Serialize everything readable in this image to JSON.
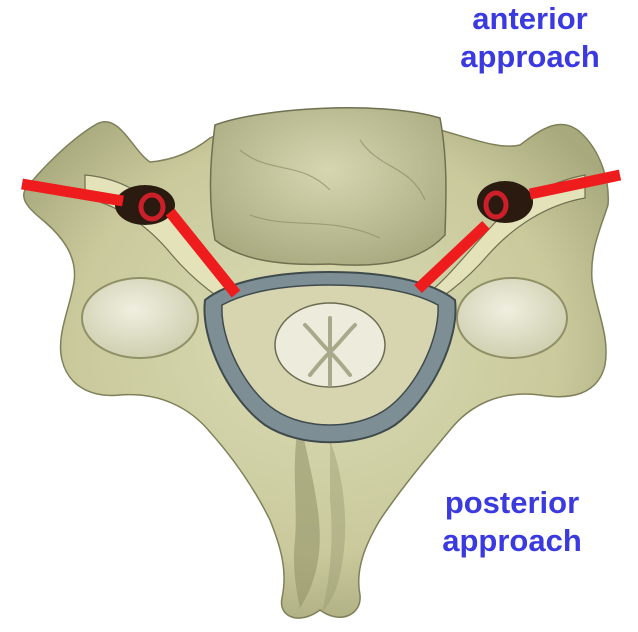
{
  "labels": {
    "anterior_line1": "anterior",
    "anterior_line2": "approach",
    "posterior_line1": "posterior",
    "posterior_line2": "approach"
  },
  "colors": {
    "label": "#3a3ae0",
    "incision_lines": "#ee1c1c",
    "bone": "#cfd0a6",
    "bone_shadow": "#9c9e72",
    "dura": "#7d8f94",
    "artery": "#cc1f2a"
  }
}
